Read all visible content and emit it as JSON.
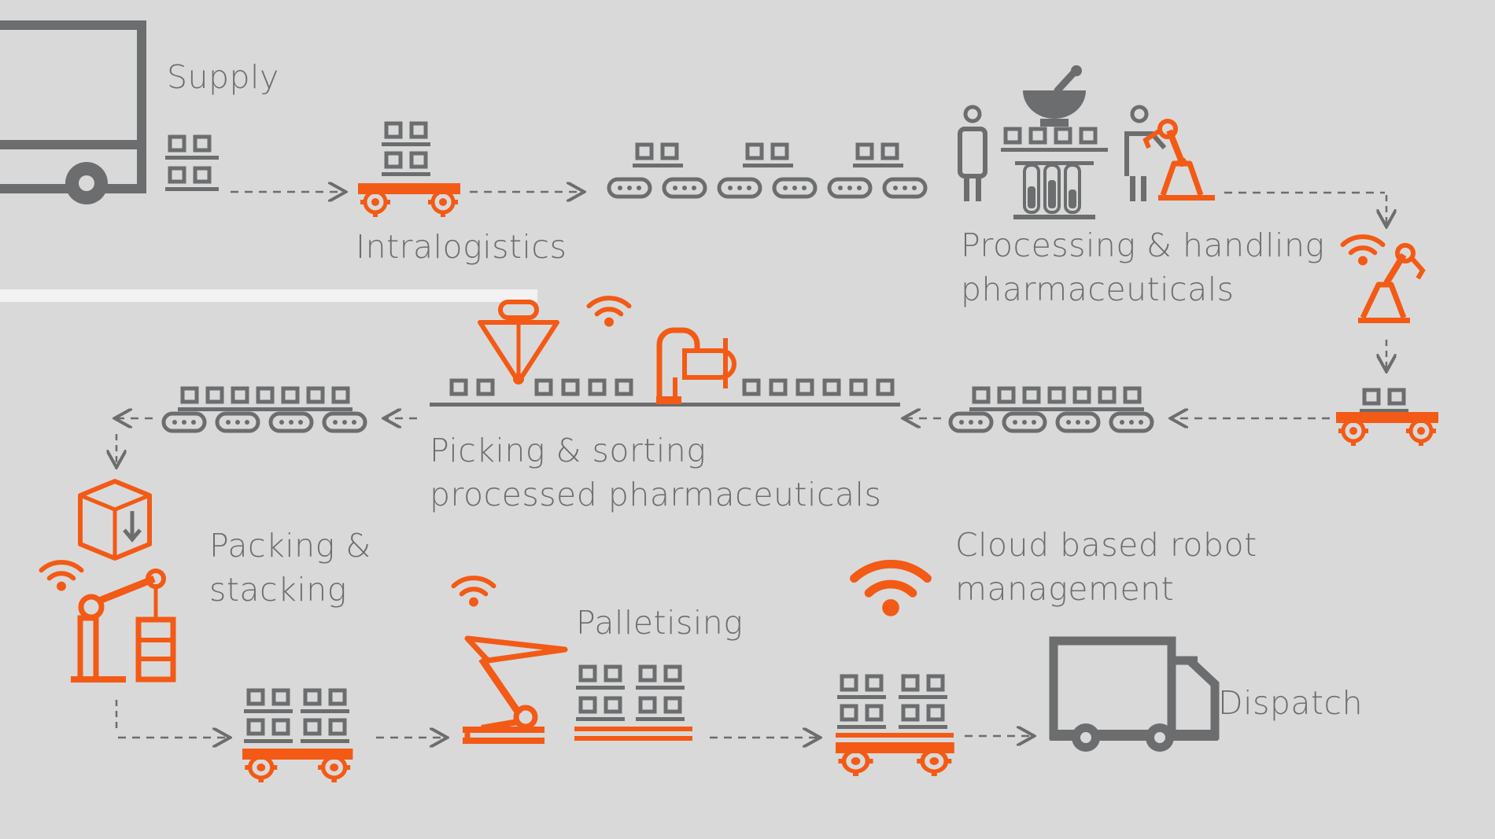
{
  "stages": {
    "supply": {
      "title": "Supply"
    },
    "intralogistics": {
      "title": "Intralogistics"
    },
    "processing": {
      "line1": "Processing & handling",
      "line2": "pharmaceuticals"
    },
    "picking": {
      "line1": "Picking & sorting",
      "line2": "processed pharmaceuticals"
    },
    "packing": {
      "line1": "Packing &",
      "line2": "stacking"
    },
    "palletising": {
      "title": "Palletising"
    },
    "cloud": {
      "line1": "Cloud based robot",
      "line2": "management"
    },
    "dispatch": {
      "title": "Dispatch"
    }
  },
  "colors": {
    "background": "#d9d9d9",
    "grey": "#6b6d6e",
    "orange": "#f35a15",
    "white": "#f2f2f2"
  },
  "icons": [
    "truck-icon",
    "box-stack-icon",
    "agv-cart-icon",
    "conveyor-icon",
    "person-icon",
    "mortar-pestle-icon",
    "test-tubes-icon",
    "robot-arm-icon",
    "wifi-icon",
    "delta-robot-icon",
    "scara-robot-icon",
    "cardboard-box-icon",
    "palletising-robot-icon",
    "pallet-icon",
    "delivery-truck-icon",
    "flow-arrow-icon"
  ]
}
